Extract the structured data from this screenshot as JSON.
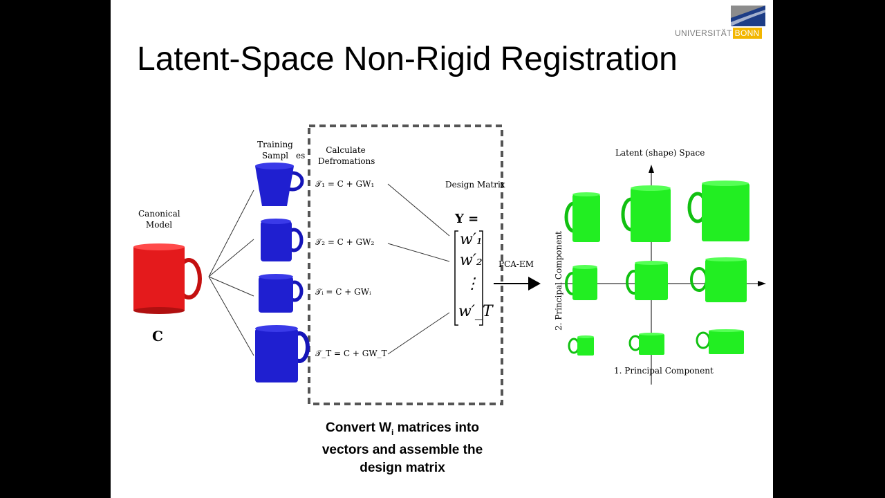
{
  "slide": {
    "title": "Latent-Space Non-Rigid Registration",
    "logo_text_left": "UNIVERSITÄT",
    "logo_text_right": "BONN",
    "colors": {
      "canonical": "#e41a1c",
      "training": "#1f1fd0",
      "latent": "#22ee22",
      "logo_gold": "#f2b600",
      "logo_blue": "#1d3d86"
    }
  },
  "diagram": {
    "canonical_label_1": "Canonical",
    "canonical_label_2": "Model",
    "canonical_symbol": "C",
    "training_label_1": "Training",
    "training_label_2": "Sampl",
    "training_label_3": "es",
    "calc_label_1": "Calculate",
    "calc_label_2": "Defromations",
    "eq1": "𝒯₁ = C + GW₁",
    "eq2": "𝒯₂ = C + GW₂",
    "eqi": "𝒯ᵢ = C + GWᵢ",
    "eqT": "𝒯_T = C + GW_T",
    "design_label": "Design Matrix",
    "y_label": "Y =",
    "w1": "w′₁",
    "w2": "w′₂",
    "dots": "⋮",
    "wT": "w′_T",
    "pca_label": "PCA-EM",
    "latent_label": "Latent (shape) Space",
    "pc1_label": "1. Principal Component",
    "pc2_label": "2. Principal Component"
  },
  "caption": {
    "line1_a": "Convert W",
    "line1_sub": "i",
    "line1_b": " matrices into",
    "line2": "vectors and assemble the",
    "line3": "design matrix"
  }
}
